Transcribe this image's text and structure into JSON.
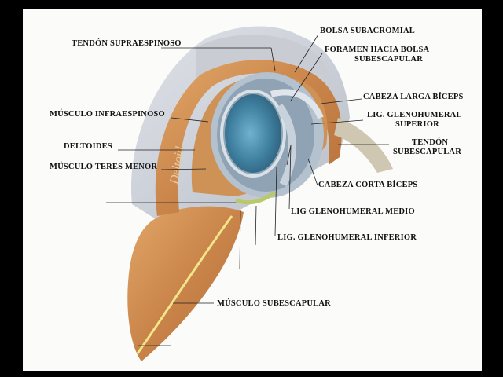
{
  "labels": {
    "tendon_supraespinoso": "TENDÓN SUPRAESPINOSO",
    "musculo_infraespinoso": "MÚSCULO INFRAESPINOSO",
    "deltoides": "DELTOIDES",
    "musculo_teres_menor": "MÚSCULO TERES MENOR",
    "bolsa_subacromial": "BOLSA SUBACROMIAL",
    "foramen_line1": "FORAMEN HACIA BOLSA",
    "foramen_line2": "SUBESCAPULAR",
    "cabeza_larga_biceps": "CABEZA LARGA BÍCEPS",
    "lig_gh_superior_line1": "LIG. GLENOHUMERAL",
    "lig_gh_superior_line2": "SUPERIOR",
    "tendon_subescapular_line1": "TENDÓN",
    "tendon_subescapular_line2": "SUBESCAPULAR",
    "cabeza_corta_biceps": "CABEZA CORTA BÍCEPS",
    "lig_gh_medio": "LIG GLENOHUMERAL MEDIO",
    "lig_gh_inferior": "LIG. GLENOHUMERAL INFERIOR",
    "musculo_subescapular": "MÚSCULO SUBESCAPULAR"
  },
  "muscle_text": "Deltoid",
  "colors": {
    "background": "#fbfbf9",
    "frame": "#000000",
    "muscle": "#d59552",
    "capsule": "#a9b9c6",
    "glenoid": "#4f8fae"
  }
}
